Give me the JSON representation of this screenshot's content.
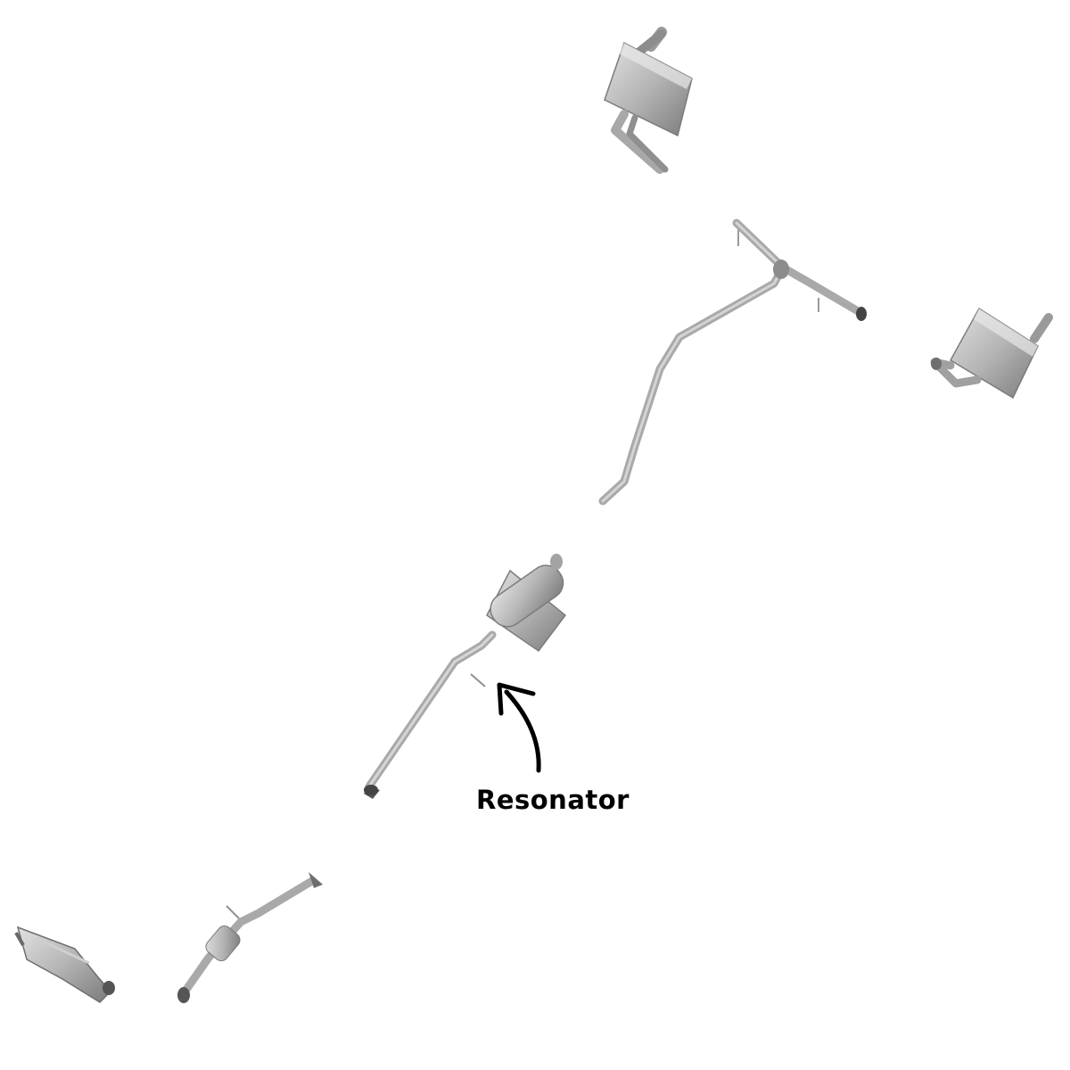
{
  "diagram": {
    "callout": {
      "label": "Resonator"
    },
    "colors": {
      "background": "#ffffff",
      "metal_light": "#d6d6d6",
      "metal_mid": "#a6a6a6",
      "metal_dark": "#6f6f6f",
      "arrow": "#000000"
    },
    "parts": [
      {
        "name": "left-rear-muffler",
        "icon": "muffler-icon"
      },
      {
        "name": "right-rear-muffler",
        "icon": "muffler-icon"
      },
      {
        "name": "y-pipe-intermediate",
        "icon": "pipe-icon"
      },
      {
        "name": "resonator-assembly",
        "icon": "resonator-icon"
      },
      {
        "name": "front-pipe",
        "icon": "pipe-icon"
      },
      {
        "name": "catalytic-converter",
        "icon": "catalytic-converter-icon"
      }
    ]
  }
}
